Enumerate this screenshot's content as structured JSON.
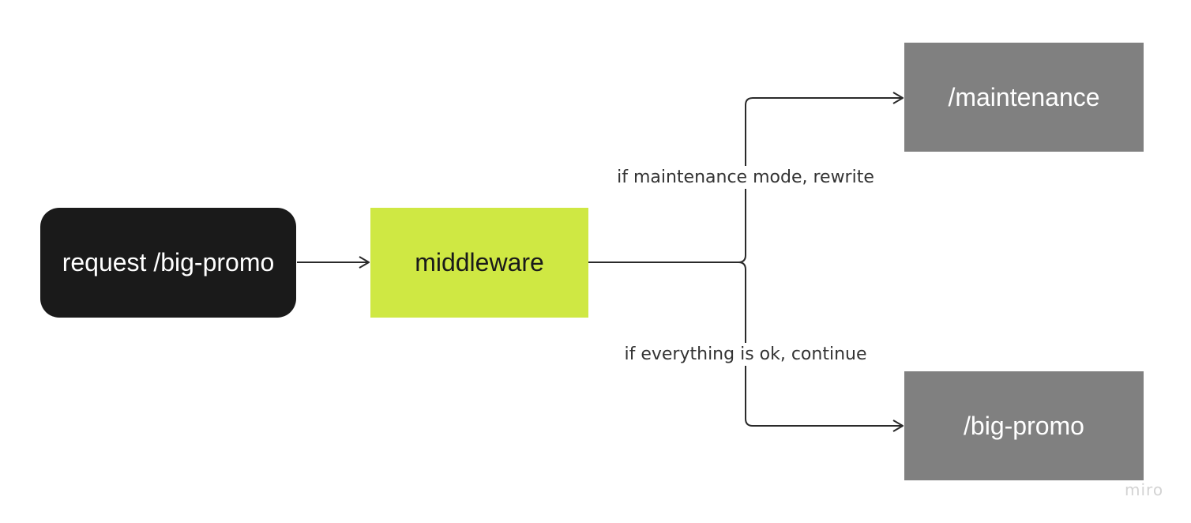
{
  "nodes": {
    "request": "request /big-promo",
    "middleware": "middleware",
    "maintenance": "/maintenance",
    "big_promo": "/big-promo"
  },
  "edges": {
    "maintenance_label": "if maintenance mode, rewrite",
    "continue_label": "if everything is ok, continue"
  },
  "watermark": "miro",
  "colors": {
    "request_fill": "#1a1a1a",
    "middleware_fill": "#cfe843",
    "destination_fill": "#808080",
    "connector": "#2a2a2a"
  }
}
